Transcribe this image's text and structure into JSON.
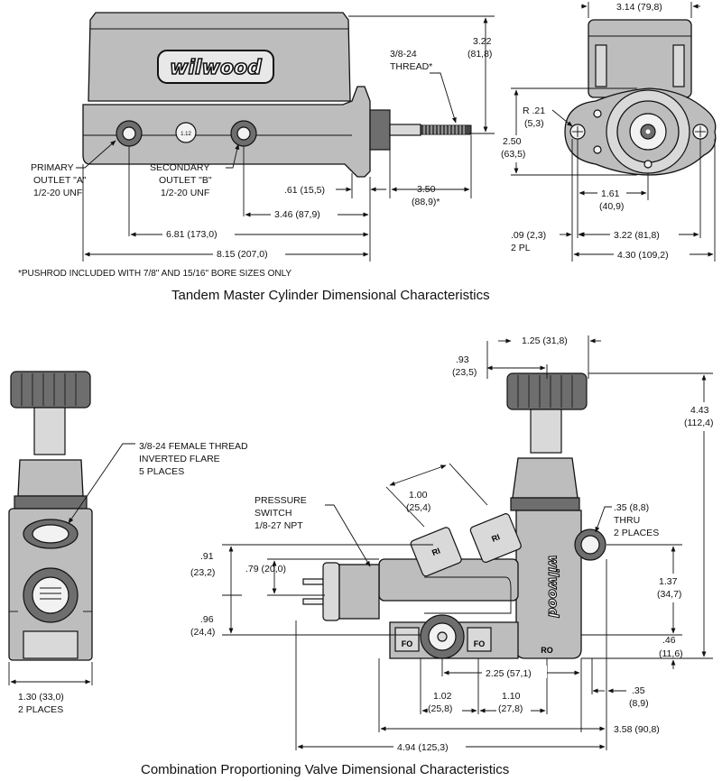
{
  "tmc": {
    "caption": "Tandem Master Cylinder Dimensional Characteristics",
    "footnote": "*PUSHROD INCLUDED WITH 7/8\" AND 15/16\" BORE SIZES ONLY",
    "brand": "wilwood",
    "body_mark": "1.12",
    "primary": [
      "PRIMARY",
      "OUTLET \"A\"",
      "1/2-20 UNF"
    ],
    "secondary": [
      "SECONDARY",
      "OUTLET \"B\"",
      "1/2-20 UNF"
    ],
    "thread": [
      "3/8-24",
      "THREAD*"
    ],
    "dims": {
      "height": [
        "3.22",
        "(81,8)"
      ],
      "pushrod": [
        "3.50",
        "(88,9)*"
      ],
      "flange_thk": ".61 (15,5)",
      "outlet_b": "3.46 (87,9)",
      "outlet_a": "6.81 (173,0)",
      "overall": "8.15 (207,0)",
      "width_top": "3.14 (79,8)",
      "radius": [
        "R .21",
        "(5,3)"
      ],
      "flange_h": [
        "2.50",
        "(63,5)"
      ],
      "bore_offset": [
        "1.61",
        "(40,9)"
      ],
      "hole_dia": [
        ".09 (2,3)",
        "2 PL"
      ],
      "hole_spacing": "3.22 (81,8)",
      "flange_w": "4.30 (109,2)"
    }
  },
  "cpv": {
    "caption": "Combination Proportioning Valve Dimensional Characteristics",
    "brand": "wilwood",
    "flare": [
      "3/8-24 FEMALE THREAD",
      "INVERTED FLARE",
      "5 PLACES"
    ],
    "switch": [
      "PRESSURE",
      "SWITCH",
      "1/8-27 NPT"
    ],
    "ports": {
      "ri1": "RI",
      "ri2": "RI",
      "fo1": "FO",
      "fo2": "FO",
      "ro": "RO"
    },
    "dims": {
      "d_093": [
        ".93",
        "(23,5)"
      ],
      "d_125": "1.25 (31,8)",
      "d_443": [
        "4.43",
        "(112,4)"
      ],
      "d_100": [
        "1.00",
        "(25,4)"
      ],
      "d_035_hole": [
        ".35 (8,8)",
        "THRU",
        "2 PLACES"
      ],
      "d_091": [
        ".91",
        "(23,2)"
      ],
      "d_079": ".79 (20,0)",
      "d_137": [
        "1.37",
        "(34,7)"
      ],
      "d_096": [
        ".96",
        "(24,4)"
      ],
      "d_046": [
        ".46",
        "(11,6)"
      ],
      "d_130": [
        "1.30 (33,0)",
        "2 PLACES"
      ],
      "d_225": "2.25 (57,1)",
      "d_102": [
        "1.02",
        "(25,8)"
      ],
      "d_110": [
        "1.10",
        "(27,8)"
      ],
      "d_035": [
        ".35",
        "(8,9)"
      ],
      "d_358": "3.58 (90,8)",
      "d_494": "4.94 (125,3)"
    }
  }
}
